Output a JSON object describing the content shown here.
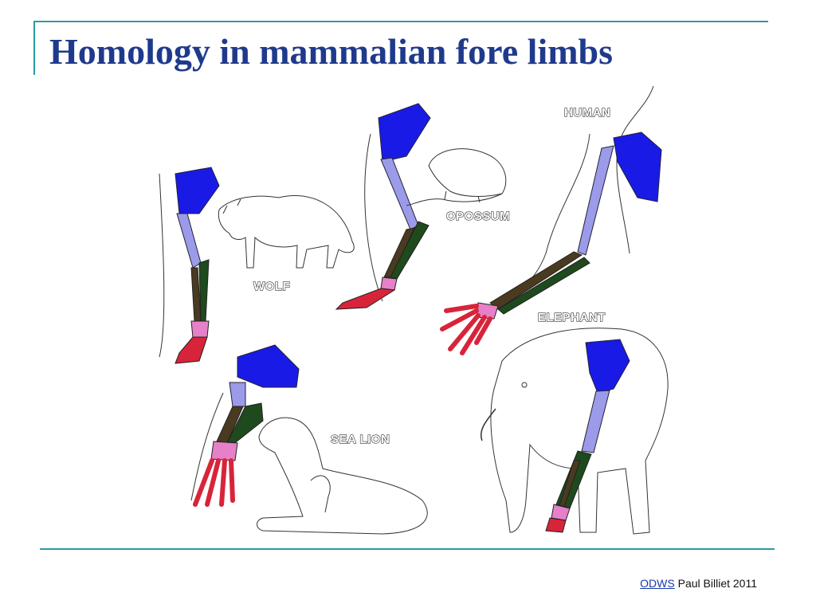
{
  "slide": {
    "title": "Homology in mammalian fore limbs"
  },
  "figure": {
    "labels": {
      "wolf": "WOLF",
      "opossum": "OPOSSUM",
      "human": "HUMAN",
      "elephant": "ELEPHANT",
      "sea_lion": "SEA LION"
    },
    "colors": {
      "scapula": "#1a1ae6",
      "humerus": "#9b9bea",
      "radius": "#4a3a20",
      "ulna": "#1e4a1e",
      "carpals": "#e680c8",
      "phalanges": "#d8243a"
    }
  },
  "footer": {
    "link": "ODWS",
    "credit": "Paul Billiet 2011"
  }
}
